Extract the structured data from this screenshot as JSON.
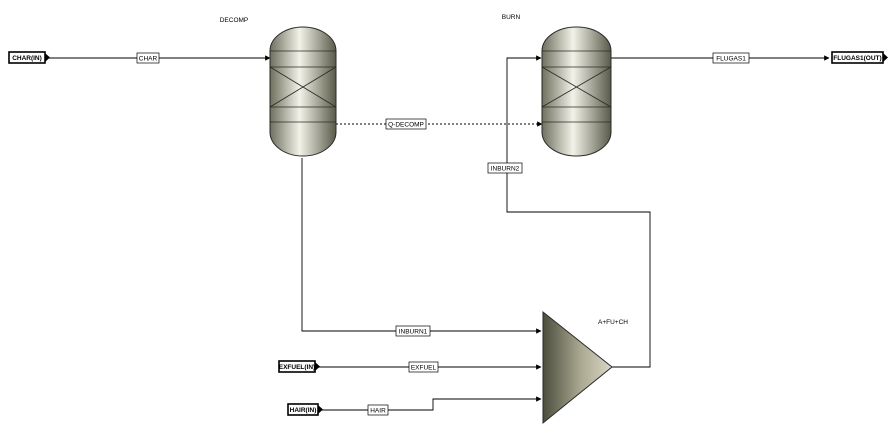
{
  "blocks": {
    "decomp": "DECOMP",
    "burn": "BURN",
    "mixer": "A+FU+CH"
  },
  "streams": {
    "char": "CHAR",
    "qdecomp": "Q-DECOMP",
    "inburn1": "INBURN1",
    "inburn2": "INBURN2",
    "flugas1": "FLUGAS1",
    "exfuel": "EXFUEL",
    "hair": "HAIR"
  },
  "ports": {
    "char_in": "CHAR(IN)",
    "flugas_out": "FLUGAS1(OUT)",
    "exfuel_in": "EXFUEL(IN)",
    "hair_in": "HAIR(IN)"
  }
}
